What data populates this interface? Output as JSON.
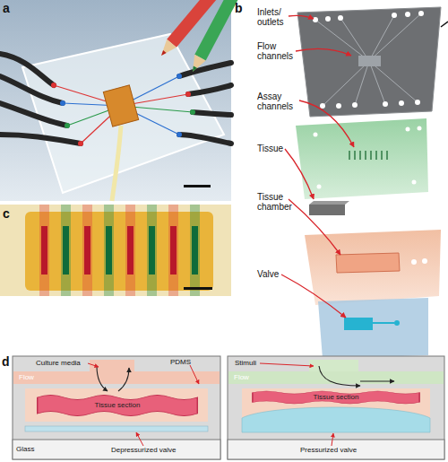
{
  "diagram": {
    "nodes": [
      {
        "text": [
          "Flow"
        ]
      },
      {
        "text": [
          "Tissue section"
        ]
      },
      {
        "text": [
          "Flow"
        ]
      },
      {
        "text": [
          "Tissue section"
        ]
      }
    ],
    "labels": [
      "a",
      "b",
      "Inlets/ outlets",
      "Flow channels",
      "Assay channels",
      "Tissue",
      "Tissue chamber",
      "Valve",
      "c",
      "d",
      "Culture media",
      "PDMS",
      "Glass",
      "Depressurized valve",
      "Stimuli",
      "Pressurized valve"
    ]
  }
}
